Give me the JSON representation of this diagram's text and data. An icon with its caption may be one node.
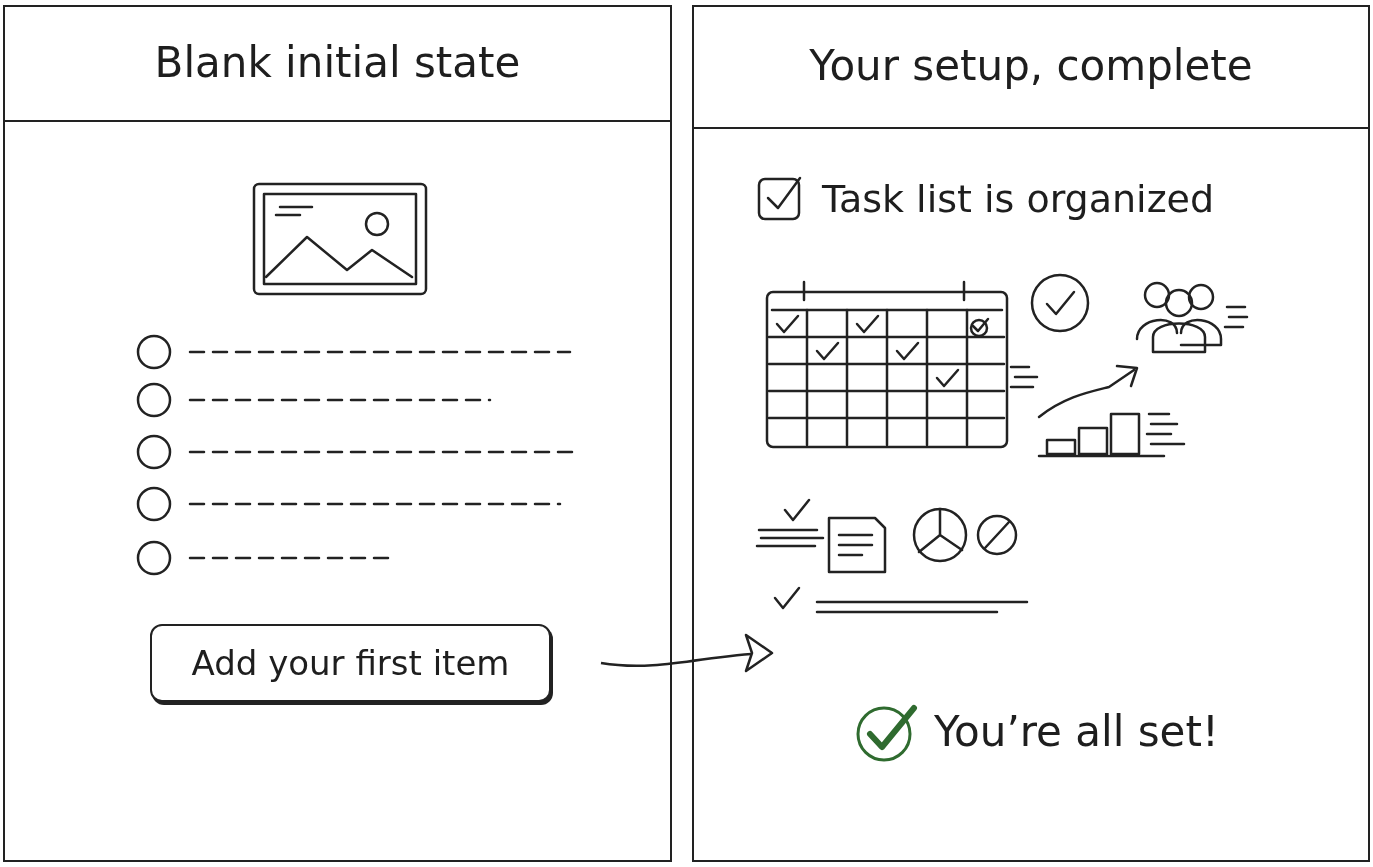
{
  "diagram": {
    "nodes": [
      {
        "text": [
          "Blank initial state"
        ]
      },
      {
        "text": [
          "Add your first item"
        ],
        "in": 0
      },
      {
        "text": [
          "Your setup, complete"
        ]
      }
    ],
    "edges": [
      {
        "from": 1,
        "to": 2,
        "arrow": "to"
      }
    ],
    "labels": [
      "Task list is organized",
      "You’re all set!"
    ]
  }
}
